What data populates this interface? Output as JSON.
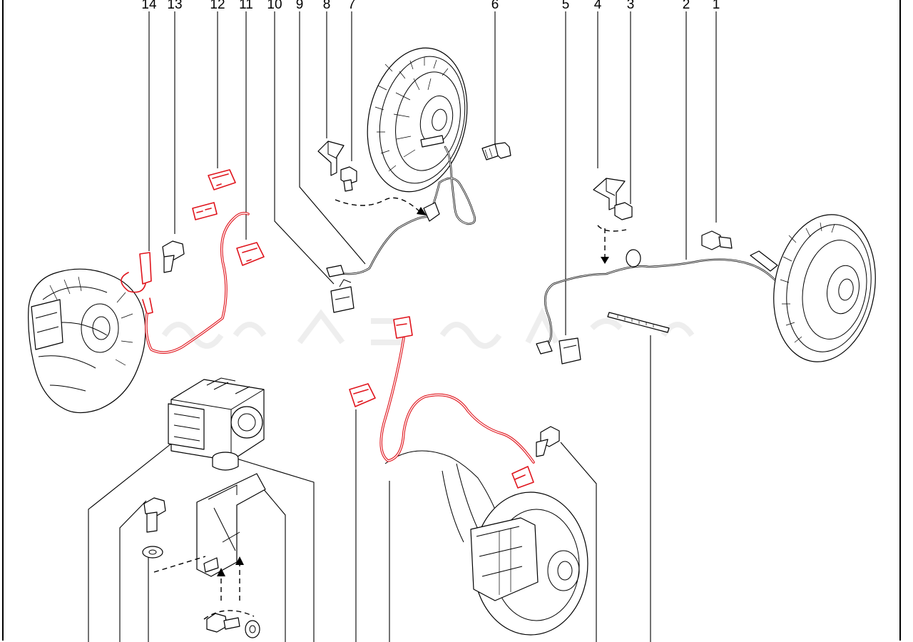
{
  "diagram": {
    "type": "exploded-parts-view",
    "callouts": [
      {
        "id": "c14",
        "label": "14"
      },
      {
        "id": "c13",
        "label": "13"
      },
      {
        "id": "c12",
        "label": "12"
      },
      {
        "id": "c11",
        "label": "11"
      },
      {
        "id": "c10",
        "label": "10"
      },
      {
        "id": "c9",
        "label": "9"
      },
      {
        "id": "c8",
        "label": "8"
      },
      {
        "id": "c7",
        "label": "7"
      },
      {
        "id": "c6",
        "label": "6"
      },
      {
        "id": "c5",
        "label": "5"
      },
      {
        "id": "c4",
        "label": "4"
      },
      {
        "id": "c3",
        "label": "3"
      },
      {
        "id": "c2",
        "label": "2"
      },
      {
        "id": "c1",
        "label": "1"
      }
    ],
    "highlight_color": "#e0141c",
    "line_color": "#000000"
  }
}
